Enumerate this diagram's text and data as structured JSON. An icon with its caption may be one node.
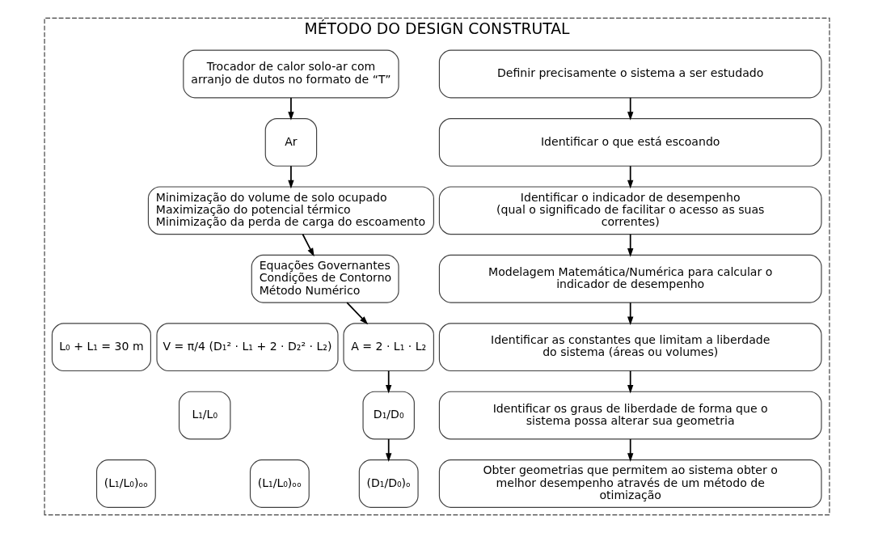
{
  "diagram": {
    "nodes": [
      {
        "text": [
          "MÉTODO DO DESIGN CONSTRUTAL"
        ]
      },
      {
        "text": [
          "Definir precisamente o sistema a ser estudado"
        ],
        "in": 0
      },
      {
        "text": [
          "Identificar o que está escoando"
        ],
        "in": 0
      },
      {
        "text": [
          "Identificar o indicador de desempenho",
          "(qual o significado de facilitar o acesso as suas correntes)"
        ],
        "in": 0
      },
      {
        "text": [
          "Modelagem Matemática/Numérica para calcular o indicador de desempenho"
        ],
        "in": 0
      },
      {
        "text": [
          "Identificar as constantes que limitam a liberdade do sistema (áreas ou volumes)"
        ],
        "in": 0
      },
      {
        "text": [
          "Identificar os graus de liberdade de forma que o sistema possa alterar sua geometria"
        ],
        "in": 0
      },
      {
        "text": [
          "Obter geometrias que permitem ao sistema obter o melhor desempenho através de um método de otimização"
        ],
        "in": 0
      },
      {
        "text": [
          "Trocador de calor solo-ar com arranjo de dutos no formato de “T”"
        ],
        "in": 0
      },
      {
        "text": [
          "Ar"
        ],
        "in": 0
      },
      {
        "text": [
          "Minimização do volume de solo ocupado",
          "Maximização do potencial térmico",
          "Minimização da perda de carga do escoamento"
        ],
        "in": 0
      },
      {
        "text": [
          "Equações Governantes",
          "Condições de Contorno",
          "Método Numérico"
        ],
        "in": 0
      },
      {
        "text": [
          "A = 2 · L₁ · L₂"
        ],
        "in": 0
      },
      {
        "text": [
          "V = π/4 (D₁² · L₁ + 2 · D₂² · L₂)"
        ],
        "in": 0
      },
      {
        "text": [
          "L₀ + L₁ = 30 m"
        ],
        "in": 0
      },
      {
        "text": [
          "D₁/D₀"
        ],
        "in": 0
      },
      {
        "text": [
          "L₁/L₀"
        ],
        "in": 0
      },
      {
        "text": [
          "(D₁/D₀)ₒ"
        ],
        "in": 0
      },
      {
        "text": [
          "(L₁/L₀)ₒₒ"
        ],
        "in": 0
      },
      {
        "text": [
          "(L₁/L₀)ₒₒ"
        ],
        "in": 0
      }
    ],
    "edges": [
      {
        "from": 1,
        "to": 2,
        "arrow": "to"
      },
      {
        "from": 2,
        "to": 3,
        "arrow": "to"
      },
      {
        "from": 3,
        "to": 4,
        "arrow": "to"
      },
      {
        "from": 4,
        "to": 5,
        "arrow": "to"
      },
      {
        "from": 5,
        "to": 6,
        "arrow": "to"
      },
      {
        "from": 6,
        "to": 7,
        "arrow": "to"
      },
      {
        "from": 8,
        "to": 9,
        "arrow": "to"
      },
      {
        "from": 9,
        "to": 10,
        "arrow": "to"
      },
      {
        "from": 10,
        "to": 11,
        "arrow": "to"
      },
      {
        "from": 11,
        "to": 12,
        "arrow": "to"
      },
      {
        "from": 12,
        "to": 15,
        "arrow": "to"
      },
      {
        "from": 15,
        "to": 17,
        "arrow": "to"
      }
    ]
  }
}
